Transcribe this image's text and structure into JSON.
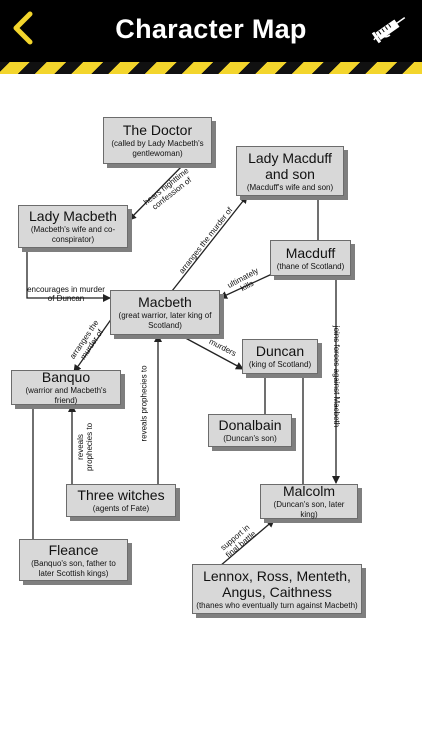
{
  "header": {
    "title": "Character Map",
    "back_icon": "chevron-left-icon",
    "tool_icon": "syringe-icon",
    "stripe_colors": [
      "#f3d52c",
      "#111111"
    ]
  },
  "nodes": {
    "doctor": {
      "name": "The Doctor",
      "desc": "(called by Lady Macbeth's gentlewoman)"
    },
    "lady_macduff": {
      "name": "Lady Macduff and son",
      "desc": "(Macduff's wife and son)"
    },
    "lady_macbeth": {
      "name": "Lady Macbeth",
      "desc": "(Macbeth's wife and co-conspirator)"
    },
    "macduff": {
      "name": "Macduff",
      "desc": "(thane of Scotland)"
    },
    "macbeth": {
      "name": "Macbeth",
      "desc": "(great warrior, later king of Scotland)"
    },
    "duncan": {
      "name": "Duncan",
      "desc": "(king of Scotland)"
    },
    "banquo": {
      "name": "Banquo",
      "desc": "(warrior and Macbeth's friend)"
    },
    "donalbain": {
      "name": "Donalbain",
      "desc": "(Duncan's son)"
    },
    "witches": {
      "name": "Three witches",
      "desc": "(agents of Fate)"
    },
    "malcolm": {
      "name": "Malcolm",
      "desc": "(Duncan's son, later king)"
    },
    "fleance": {
      "name": "Fleance",
      "desc": "(Banquo's son, father to later Scottish kings)"
    },
    "thanes": {
      "name": "Lennox, Ross, Menteth, Angus, Caithness",
      "desc": "(thanes who eventually turn against Macbeth)"
    }
  },
  "edges": {
    "hears_confession": "hears nighttime confession of",
    "arranges_murder_macduff": "arranges the murder of",
    "encourages_murder": "encourages in murder of Duncan",
    "ultimately_kills": "ultimately kills",
    "arranges_murder_banquo": "arranges the murder of",
    "reveals_prophecies_macbeth": "reveals prophecies to",
    "murders": "murders",
    "joins_forces": "joins forces against Macbeth",
    "reveals_prophecies_banquo": "reveals prophecies to",
    "support_battle": "support in final battle"
  },
  "colors": {
    "node_fill": "#d8d8d8",
    "node_border": "#6c6c6c",
    "shadow": "#7f7f7f",
    "line": "#222222"
  }
}
